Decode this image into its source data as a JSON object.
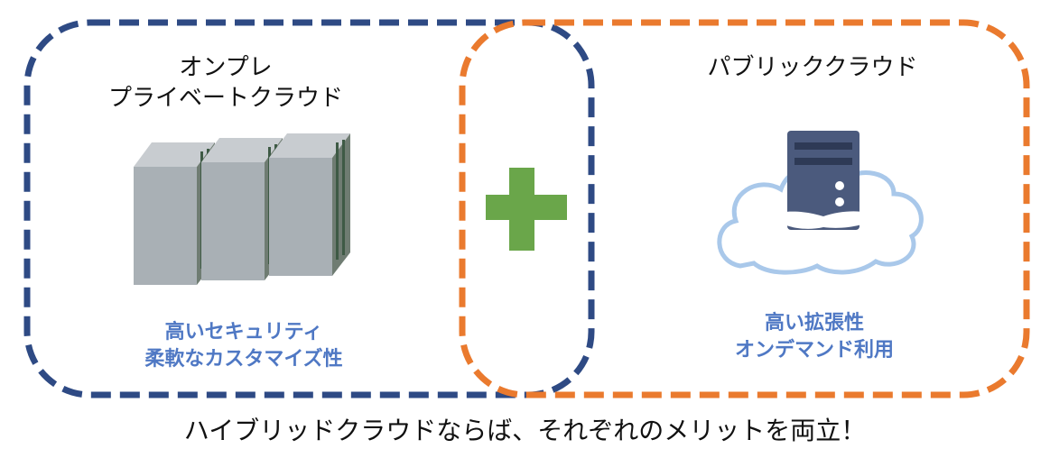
{
  "left_panel": {
    "title_line1": "オンプレ",
    "title_line2": "プライベートクラウド",
    "benefit_line1": "高いセキュリティ",
    "benefit_line2": "柔軟なカスタマイズ性",
    "border_color": "#2e4a84"
  },
  "right_panel": {
    "title": "パブリッククラウド",
    "benefit_line1": "高い拡張性",
    "benefit_line2": "オンデマンド利用",
    "border_color": "#ea7a2e"
  },
  "center": {
    "symbol": "plus-icon",
    "color": "#6aa64a"
  },
  "footer": {
    "caption": "ハイブリッドクラウドならば、それぞれのメリットを両立！"
  },
  "icons": {
    "left": "server-rack-icon",
    "right": "cloud-server-icon"
  }
}
